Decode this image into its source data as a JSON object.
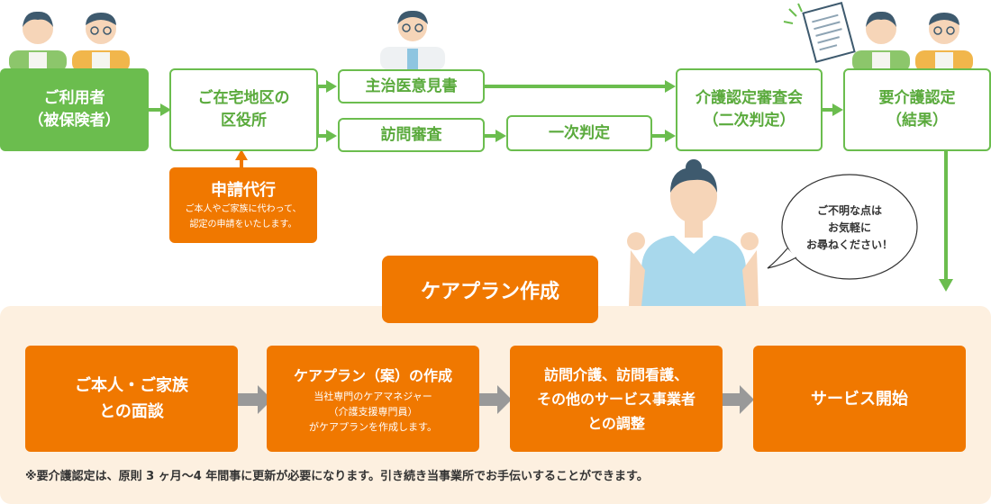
{
  "top": {
    "user_line1": "ご利用者",
    "user_line2": "（被保険者）",
    "office_line1": "ご在宅地区の",
    "office_line2": "区役所",
    "doctor_opinion": "主治医意見書",
    "visit_exam": "訪問審査",
    "first_judgment": "一次判定",
    "committee_line1": "介護認定審査会",
    "committee_line2": "（二次判定）",
    "result_line1": "要介護認定",
    "result_line2": "（結果）"
  },
  "proxy": {
    "title": "申請代行",
    "desc_line1": "ご本人やご家族に代わって、",
    "desc_line2": "認定の申請をいたします。"
  },
  "speech": {
    "line1": "ご不明な点は",
    "line2": "お気軽に",
    "line3": "お尋ねください！"
  },
  "careplan": {
    "title": "ケアプラン作成",
    "step1_line1": "ご本人・ご家族",
    "step1_line2": "との面談",
    "step2_title": "ケアプラン（案）の作成",
    "step2_sub1": "当社専門のケアマネジャー",
    "step2_sub2": "（介護支援専門員）",
    "step2_sub3": "がケアプランを作成します。",
    "step3_line1": "訪問介護、訪問看護、",
    "step3_line2": "その他のサービス事業者",
    "step3_line3": "との調整",
    "step4": "サービス開始"
  },
  "footnote": "※要介護認定は、原則 3 ヶ月〜4 年間事に更新が必要になります。引き続き当事業所でお手伝いすることができます。",
  "colors": {
    "green": "#6bbd4e",
    "orange": "#f07800",
    "panel": "#fdf0e0",
    "gray_arrow": "#999999"
  }
}
